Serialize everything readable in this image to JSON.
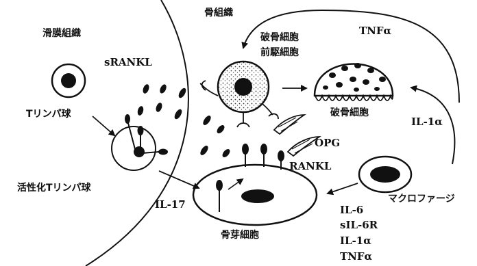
{
  "labels": {
    "synovial_tissue": "滑膜組織",
    "bone_tissue": "骨組織",
    "srankl": "sRANKL",
    "t_lymphocyte": "Tリンパ球",
    "activated_t_lymphocyte": "活性化Tリンパ球",
    "osteoclast_precursor_line1": "破骨細胞",
    "osteoclast_precursor_line2": "前駆細胞",
    "tnf_alpha_top": "TNFα",
    "osteoclast": "破骨細胞",
    "il1_alpha_right": "IL-1α",
    "opg": "OPG",
    "rankl": "RANKL",
    "il17": "IL-17",
    "macrophage": "マクロファージ",
    "osteoblast": "骨芽細胞",
    "cytokines": [
      "IL-6",
      "sIL-6R",
      "IL-1α",
      "TNFα"
    ]
  },
  "colors": {
    "ink": "#111111",
    "background": "#ffffff"
  }
}
